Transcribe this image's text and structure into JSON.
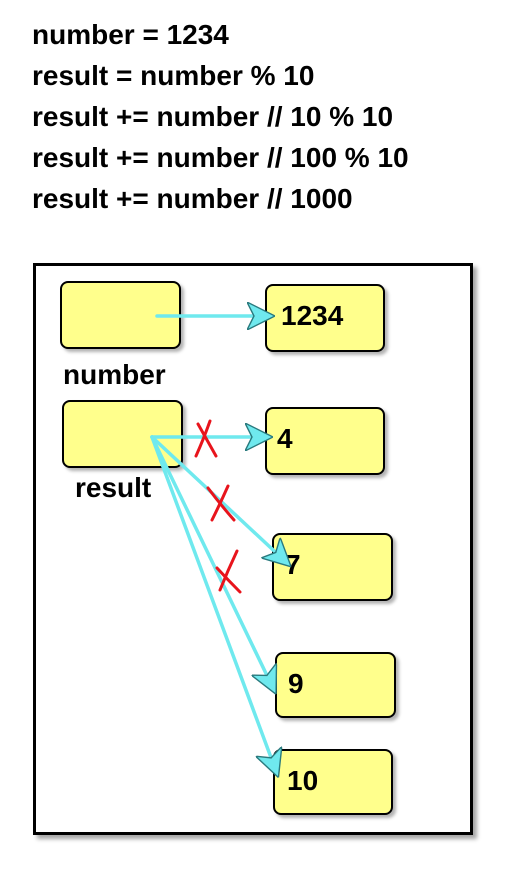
{
  "code": [
    "number = 1234",
    "result = number % 10",
    "result += number // 10 % 10",
    "result += number // 100 % 10",
    "result += number // 1000"
  ],
  "variables": {
    "number": "number",
    "result": "result"
  },
  "values": {
    "v1234": "1234",
    "v4": "4",
    "v7": "7",
    "v9": "9",
    "v10": "10"
  },
  "colors": {
    "box_fill": "#ffff8c",
    "arrow": "#6fe9ee",
    "cross": "#e8141c"
  }
}
